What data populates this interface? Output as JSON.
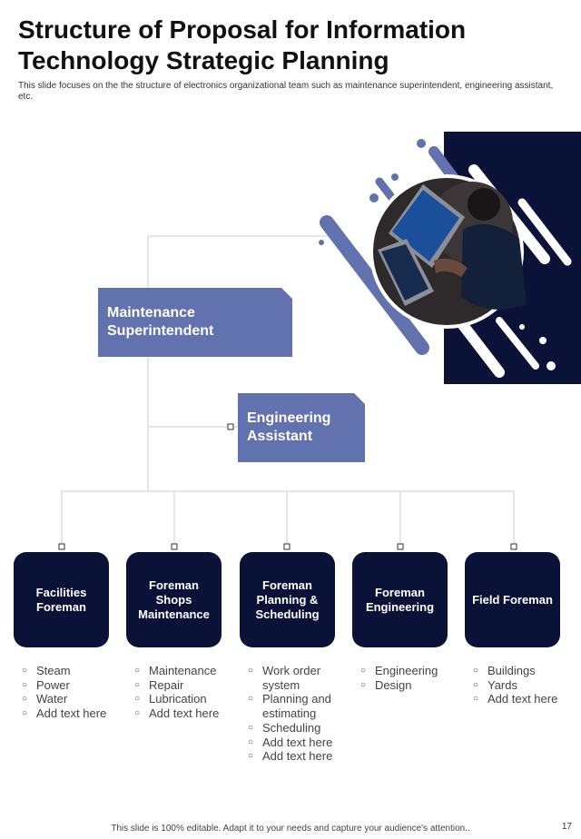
{
  "slide": {
    "title": "Structure of Proposal for Information Technology Strategic Planning",
    "subtitle": "This slide focuses on the the structure of electronics organizational team such as maintenance superintendent, engineering assistant, etc.",
    "footer": "This slide is 100% editable. Adapt it to your needs and capture your audience's attention..",
    "page_number": "17"
  },
  "hierarchy": {
    "level1": "Maintenance Superintendent",
    "level2": "Engineering Assistant"
  },
  "roles": [
    {
      "name": "Facilities Foreman",
      "items": [
        "Steam",
        "Power",
        "Water",
        "Add text here"
      ]
    },
    {
      "name": "Foreman Shops Maintenance",
      "items": [
        "Maintenance",
        "Repair",
        "Lubrication",
        "Add text here"
      ]
    },
    {
      "name": "Foreman Planning & Scheduling",
      "items": [
        "Work order system",
        "Planning and estimating",
        "Scheduling",
        "Add text here",
        "Add text here"
      ]
    },
    {
      "name": "Foreman Engineering",
      "items": [
        "Engineering",
        "Design"
      ]
    },
    {
      "name": "Field Foreman",
      "items": [
        "Buildings",
        "Yards",
        "Add text here"
      ]
    }
  ],
  "colors": {
    "navy": "#0a1238",
    "accent": "#6272ae",
    "connector": "#cccccc"
  }
}
